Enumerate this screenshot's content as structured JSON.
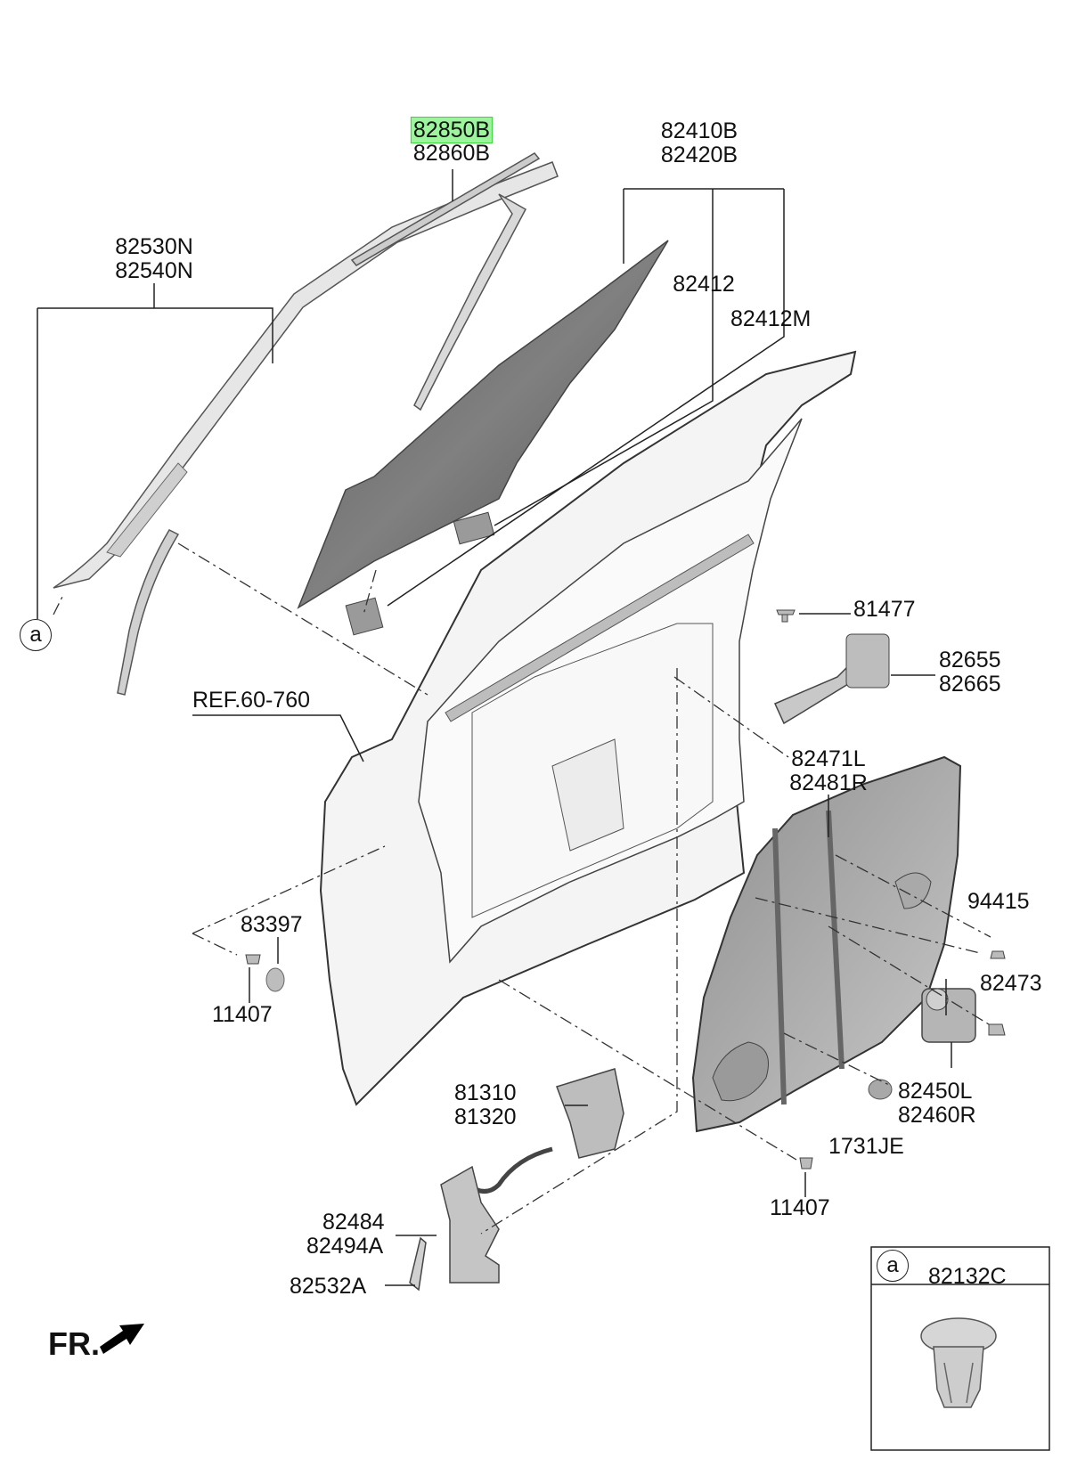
{
  "labels": {
    "p82850B": "82850B",
    "p82860B": "82860B",
    "p82410B": "82410B",
    "p82420B": "82420B",
    "p82530N": "82530N",
    "p82540N": "82540N",
    "p82412": "82412",
    "p82412M": "82412M",
    "p81477": "81477",
    "p82655": "82655",
    "p82665": "82665",
    "ref": "REF.60-760",
    "p82471L": "82471L",
    "p82481R": "82481R",
    "p94415": "94415",
    "p83397": "83397",
    "p11407a": "11407",
    "p82473": "82473",
    "p81310": "81310",
    "p81320": "81320",
    "p82450L": "82450L",
    "p82460R": "82460R",
    "p1731JE": "1731JE",
    "p11407b": "11407",
    "p82484": "82484",
    "p82494A": "82494A",
    "p82532A": "82532A"
  },
  "callout_letter": "a",
  "inset": {
    "letter": "a",
    "part": "82132C"
  },
  "front_label": "FR.",
  "colors": {
    "highlight": "#9cf59c",
    "part_fill": "#d9d9d9",
    "glass_fill": "#6f6f6f",
    "line": "#222222"
  }
}
